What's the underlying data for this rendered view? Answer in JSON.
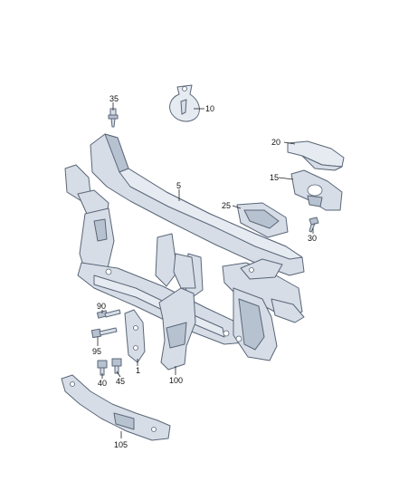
{
  "callouts": {
    "c1": "1",
    "c5": "5",
    "c10": "10",
    "c15": "15",
    "c20": "20",
    "c25": "25",
    "c30": "30",
    "c35": "35",
    "c40": "40",
    "c45": "45",
    "c90": "90",
    "c95": "95",
    "c100": "100",
    "c105": "105"
  },
  "colors": {
    "part_fill": "#d6dde7",
    "part_stroke": "#5a6677",
    "background": "#ffffff"
  }
}
